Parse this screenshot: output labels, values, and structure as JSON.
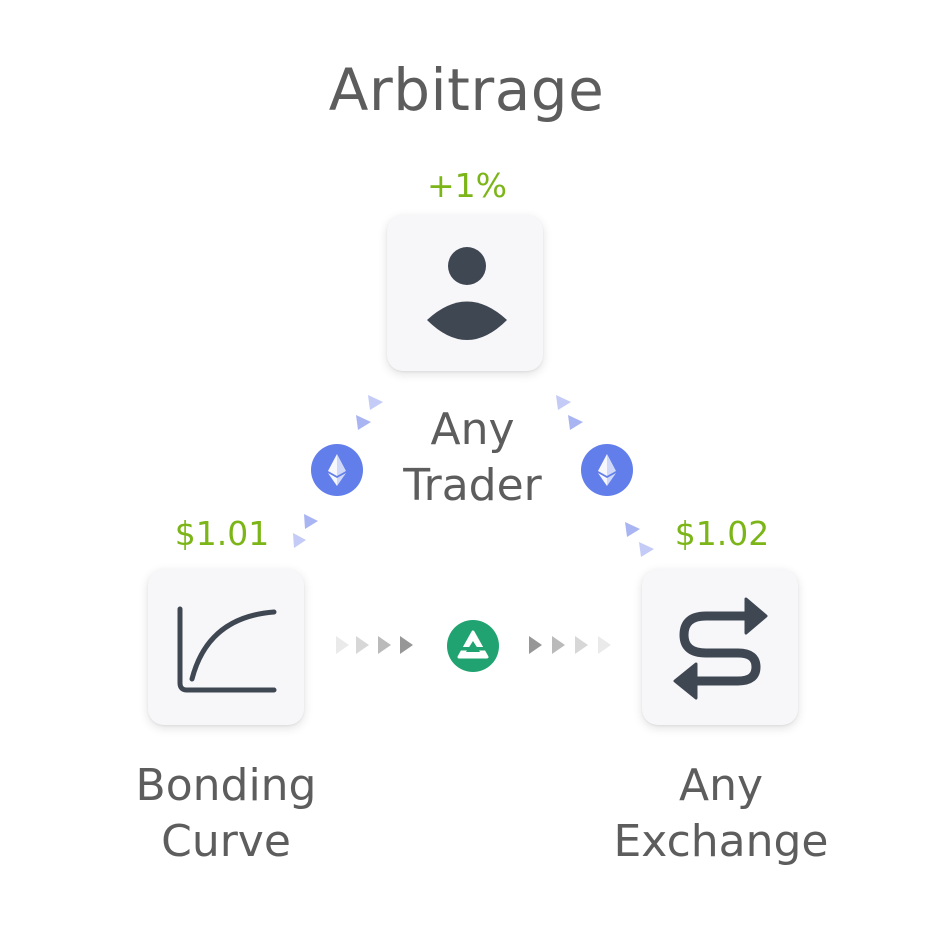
{
  "title": "Arbitrage",
  "nodes": {
    "trader": {
      "line1": "Any",
      "line2": "Trader",
      "change": "+1%",
      "icon": "user-icon"
    },
    "bonding_curve": {
      "line1": "Bonding",
      "line2": "Curve",
      "price": "$1.01",
      "icon": "bonding-curve-icon"
    },
    "exchange": {
      "line1": "Any",
      "line2": "Exchange",
      "price": "$1.02",
      "icon": "swap-icon"
    }
  },
  "badges": {
    "left": "ethereum-icon",
    "right": "ethereum-icon",
    "center": "protocol-logo-icon"
  },
  "colors": {
    "title": "#5d5d5d",
    "price": "#7cb518",
    "ethereum": "#627eea",
    "protocol": "#21a371",
    "icon": "#3f4753",
    "card": "#f7f7f9",
    "flow_arrow": "#a9b5f2",
    "gray_arrow": "#8c8c8c"
  }
}
